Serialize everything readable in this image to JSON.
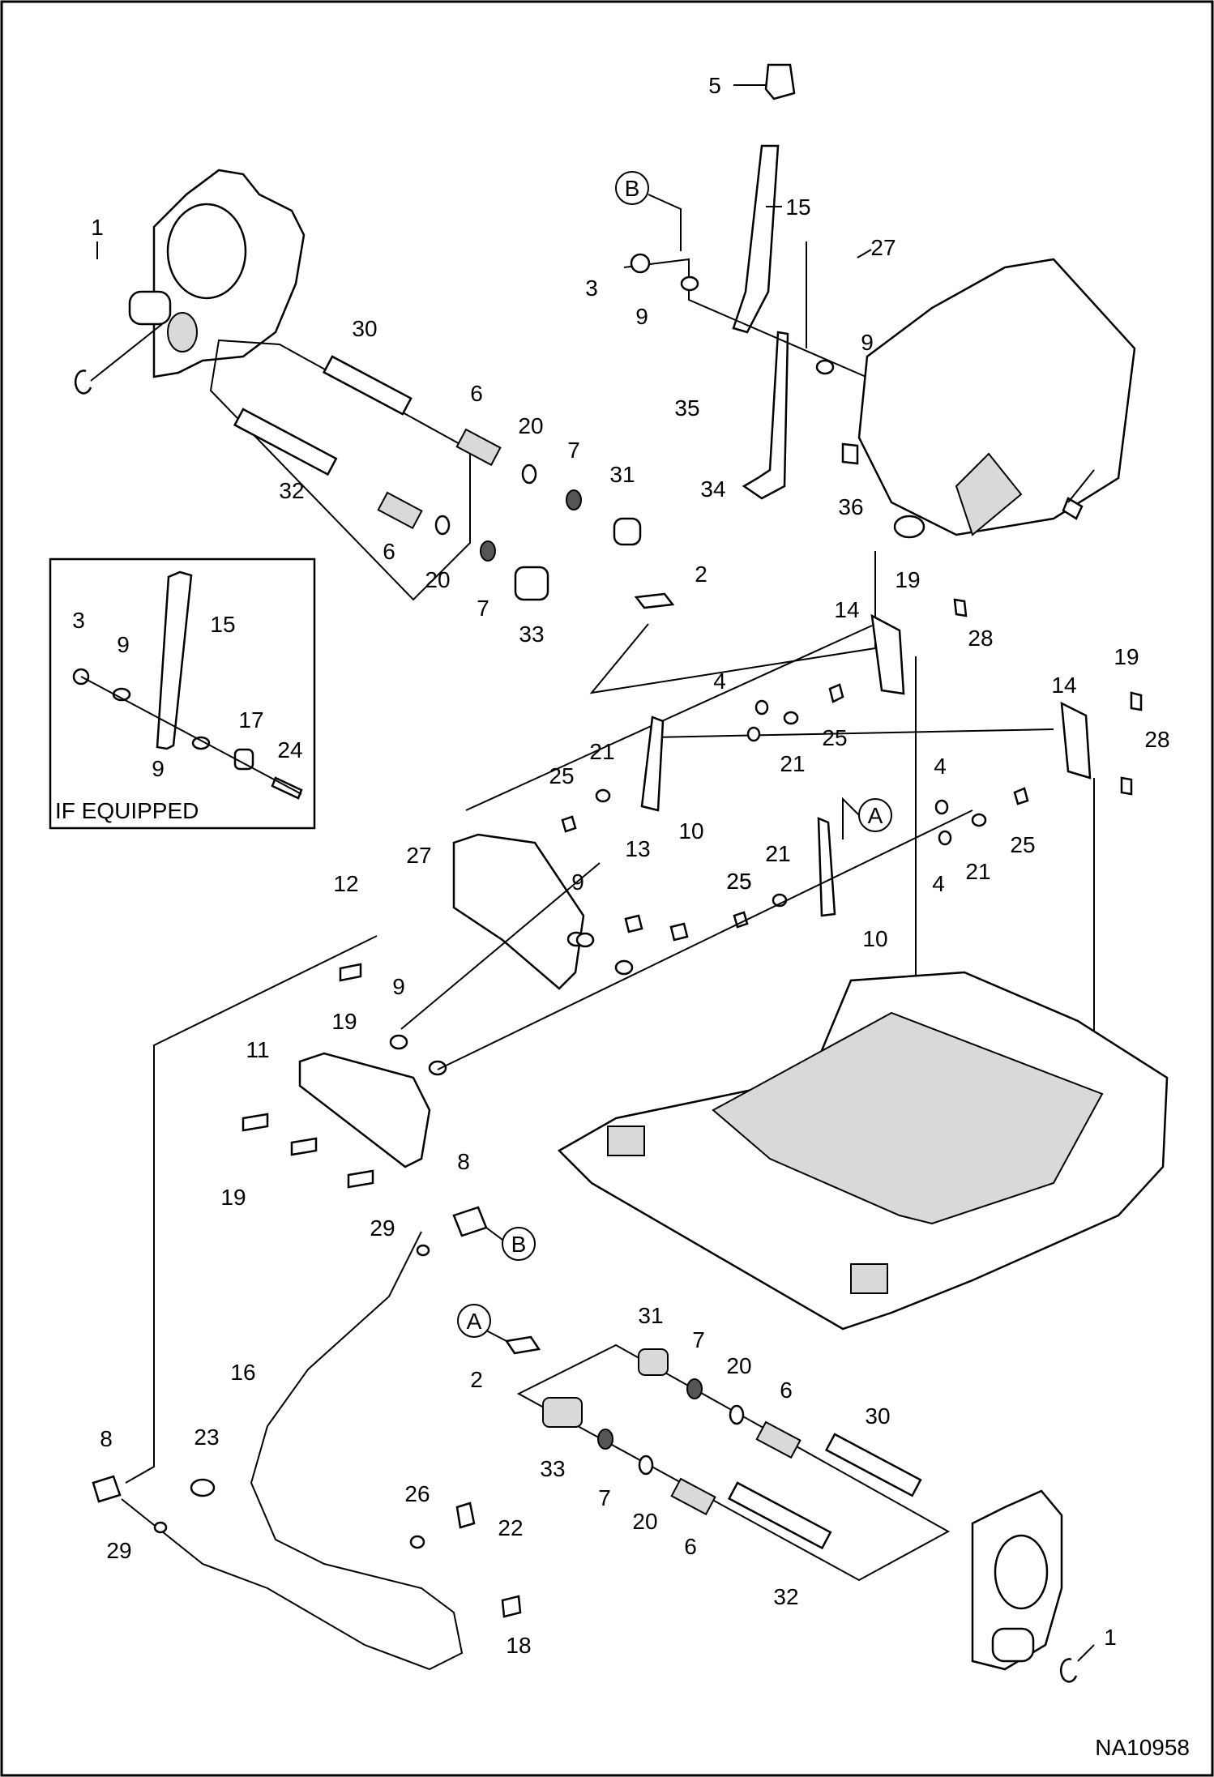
{
  "drawing_id": "NA10958",
  "inset_label": "IF EQUIPPED",
  "refs": {
    "a": "A",
    "b": "B"
  },
  "callouts": [
    "1",
    "5",
    "15",
    "27",
    "3",
    "9",
    "9",
    "30",
    "6",
    "20",
    "7",
    "31",
    "32",
    "6",
    "20",
    "7",
    "33",
    "35",
    "34",
    "36",
    "2",
    "3",
    "9",
    "15",
    "17",
    "24",
    "9",
    "19",
    "14",
    "28",
    "19",
    "14",
    "28",
    "4",
    "25",
    "21",
    "25",
    "21",
    "25",
    "10",
    "4",
    "4",
    "21",
    "25",
    "27",
    "12",
    "9",
    "13",
    "25",
    "21",
    "10",
    "19",
    "9",
    "11",
    "19",
    "8",
    "29",
    "21",
    "31",
    "7",
    "20",
    "6",
    "30",
    "2",
    "33",
    "7",
    "20",
    "6",
    "32",
    "16",
    "23",
    "8",
    "29",
    "26",
    "22",
    "18",
    "1"
  ]
}
